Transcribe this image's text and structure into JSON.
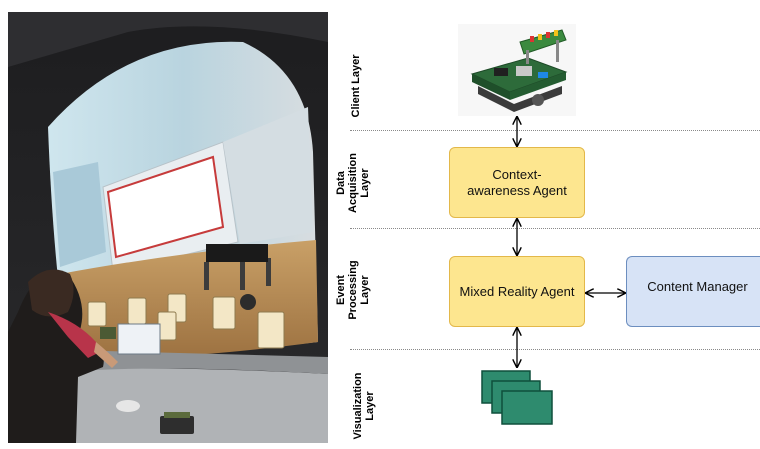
{
  "layers": {
    "client": "Client Layer",
    "data_acquisition": "Data Acquisition Layer",
    "event_processing": "Event Processing Layer",
    "visualization": "Visualization Layer"
  },
  "nodes": {
    "context_agent": "Context-awareness Agent",
    "mixed_reality_agent": "Mixed Reality Agent",
    "content_manager": "Content Manager"
  },
  "colors": {
    "agent_fill": "#fde68f",
    "agent_border": "#e3b84a",
    "manager_fill": "#d7e3f6",
    "manager_border": "#6c8ebf",
    "visualization_screens": "#2e8b6e"
  },
  "images": {
    "photo": "person-at-curved-projection-screen",
    "client_device": "circuit-board-device-icon",
    "visualization": "stacked-screens-icon"
  }
}
